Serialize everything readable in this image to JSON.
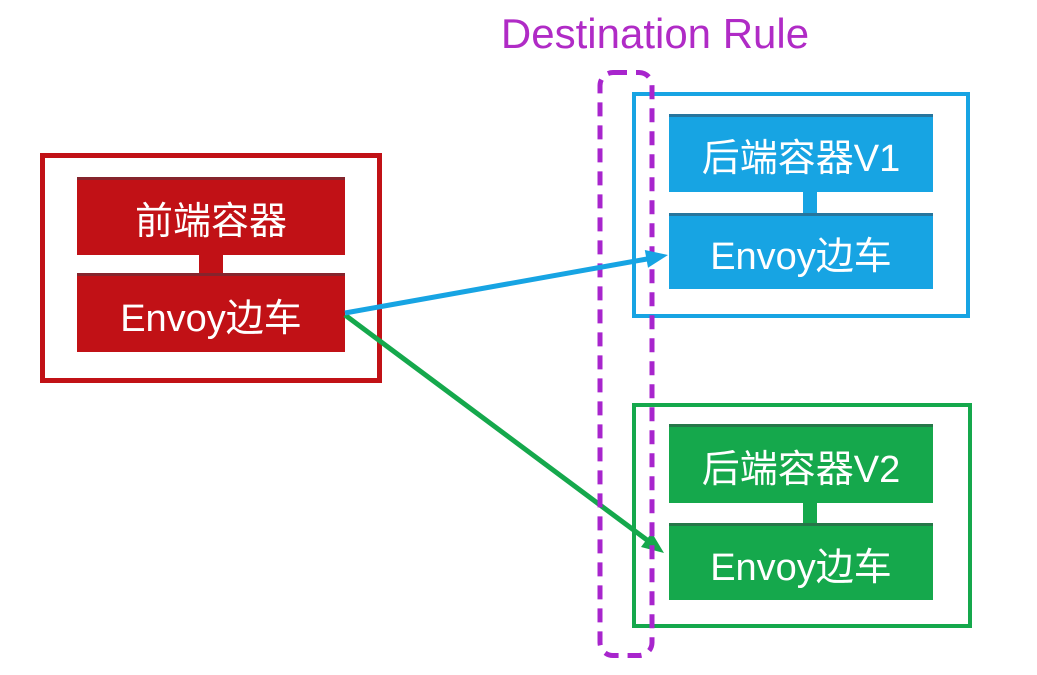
{
  "title": {
    "text": "Destination Rule",
    "color": "#B02BC6"
  },
  "colors": {
    "red": "#C11116",
    "blue": "#17A4E3",
    "green": "#15A84C",
    "magenta": "#A825CD",
    "node_text": "#FFFFFF",
    "background": "#FFFFFF"
  },
  "pods": {
    "frontend": {
      "container": "前端容器",
      "sidecar": "Envoy边车"
    },
    "backend_v1": {
      "container": "后端容器V1",
      "sidecar": "Envoy边车"
    },
    "backend_v2": {
      "container": "后端容器V2",
      "sidecar": "Envoy边车"
    }
  },
  "arrows": [
    {
      "name": "frontend-to-backend-v1",
      "color": "#17A4E3"
    },
    {
      "name": "frontend-to-backend-v2",
      "color": "#15A84C"
    }
  ]
}
